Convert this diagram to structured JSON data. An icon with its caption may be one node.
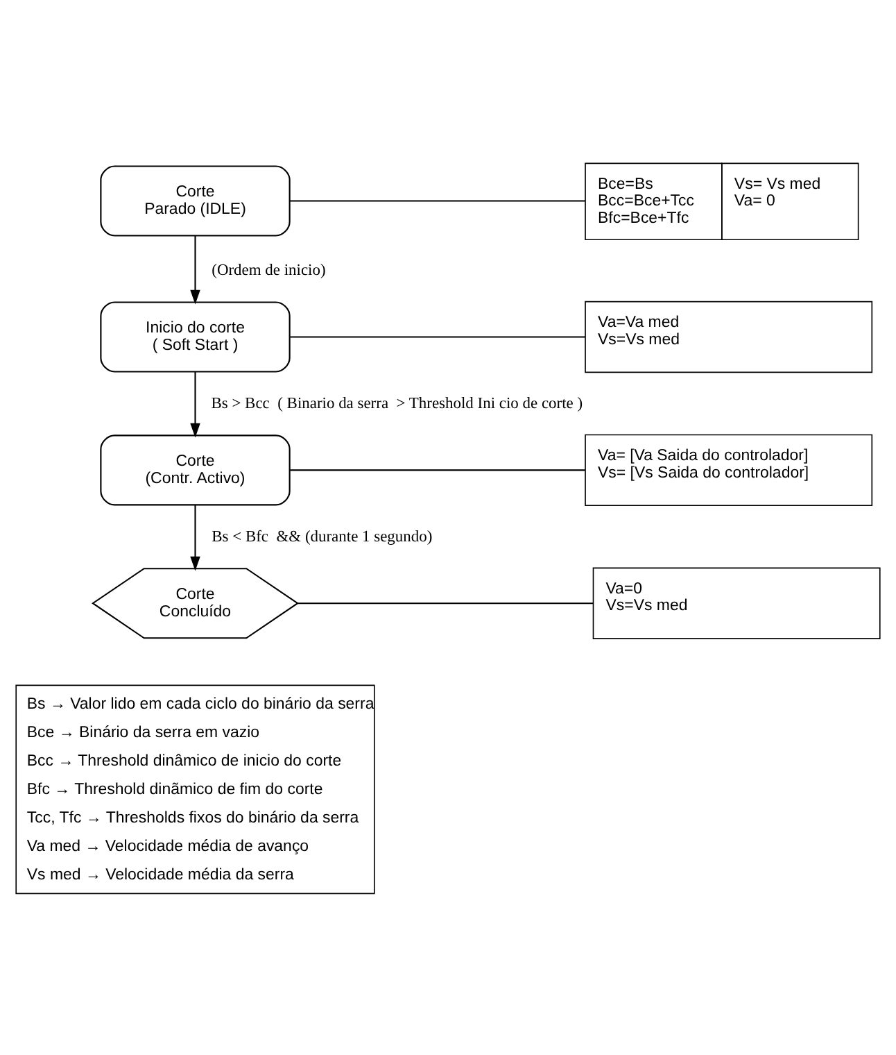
{
  "diagram": {
    "nodes": [
      {
        "text": [
          "Corte",
          "Parado (IDLE)"
        ]
      },
      {
        "text": [
          "Bce=Bs",
          "Bcc=Bce+Tcc",
          "Bfc=Bce+Tfc",
          "Vs= Vs med",
          "Va= 0"
        ]
      },
      {
        "text": [
          "Inicio do corte",
          "( Soft Start )"
        ]
      },
      {
        "text": [
          "Va=Va med",
          "Vs=Vs med"
        ]
      },
      {
        "text": [
          "Corte",
          "(Contr. Activo)"
        ]
      },
      {
        "text": [
          "Va= [Va Saida do controlador]",
          "Vs= [Vs Saida do controlador]"
        ]
      },
      {
        "text": [
          "Corte",
          "Concluído"
        ]
      },
      {
        "text": [
          "Va=0",
          "Vs=Vs med"
        ]
      },
      {
        "text": [
          "Bs → Valor lido em cada ciclo do binário da serra",
          "Bce → Binário da serra em vazio",
          "Bcc → Threshold dinâmico de inicio do corte",
          "Bfc → Threshold dinãmico de fim do corte",
          "Tcc, Tfc → Thresholds fixos do binário da serra",
          "Va med → Velocidade média de avanço",
          "Vs med → Velocidade média da serra"
        ]
      }
    ],
    "edges": [
      {
        "from": 0,
        "to": 1,
        "arrow": "none"
      },
      {
        "from": 0,
        "to": 2,
        "arrow": "to",
        "label": "(Ordem de inicio)"
      },
      {
        "from": 2,
        "to": 3,
        "arrow": "none"
      },
      {
        "from": 2,
        "to": 4,
        "arrow": "to",
        "label": "Bs > Bcc  ( Binario da serra  > Threshold Ini cio de corte )"
      },
      {
        "from": 4,
        "to": 5,
        "arrow": "none"
      },
      {
        "from": 4,
        "to": 6,
        "arrow": "to",
        "label": "Bs < Bfc  && (durante 1 segundo)"
      },
      {
        "from": 6,
        "to": 7,
        "arrow": "none"
      }
    ]
  }
}
